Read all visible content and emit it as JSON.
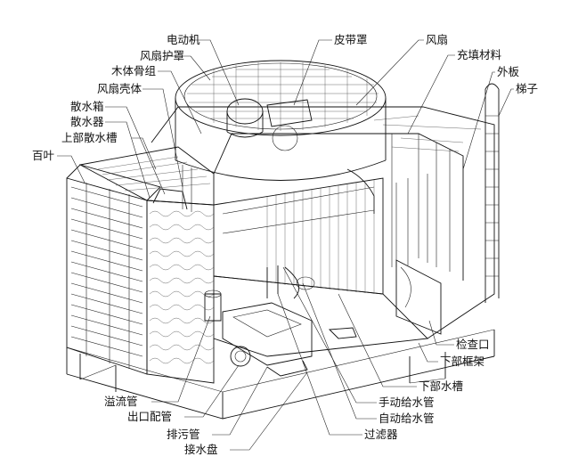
{
  "diagram": {
    "labels": {
      "motor": "电动机",
      "belt_cover": "皮带罩",
      "fan": "风扇",
      "fan_guard": "风扇护罩",
      "fill_material": "充填材料",
      "timber_frame": "木体骨组",
      "outer_panel": "外板",
      "fan_housing": "风扇壳体",
      "ladder": "梯子",
      "distribution_box": "散水箱",
      "sprinkler": "散水器",
      "upper_basin": "上部散水槽",
      "louver": "百叶",
      "inspection_port": "检查口",
      "lower_frame": "下部框架",
      "lower_basin": "下部水槽",
      "manual_feed_pipe": "手动给水管",
      "auto_feed_pipe": "自动给水管",
      "overflow_pipe": "溢流管",
      "outlet_pipe": "出口配管",
      "strainer": "过滤器",
      "drain_pipe": "排污管",
      "collection_pan": "接水盘"
    }
  }
}
